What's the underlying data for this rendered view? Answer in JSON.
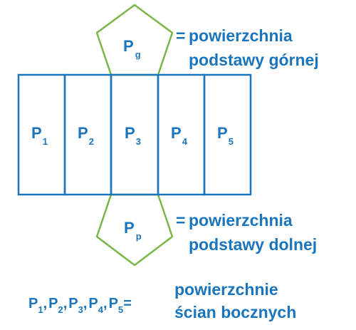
{
  "colors": {
    "blue": "#1B75BC",
    "green": "#7AB648",
    "background": "#FFFFFF"
  },
  "top_base": {
    "label": "P",
    "subscript": "g",
    "equals": "=",
    "description_line1": "powierzchnia",
    "description_line2": "podstawy górnej"
  },
  "bottom_base": {
    "label": "P",
    "subscript": "p",
    "equals": "=",
    "description_line1": "powierzchnia",
    "description_line2": "podstawy dolnej"
  },
  "faces": [
    {
      "label": "P",
      "subscript": "1"
    },
    {
      "label": "P",
      "subscript": "2"
    },
    {
      "label": "P",
      "subscript": "3"
    },
    {
      "label": "P",
      "subscript": "4"
    },
    {
      "label": "P",
      "subscript": "5"
    }
  ],
  "legend": {
    "items": [
      {
        "label": "P",
        "subscript": "1",
        "separator": ","
      },
      {
        "label": "P",
        "subscript": "2",
        "separator": ","
      },
      {
        "label": "P",
        "subscript": "3",
        "separator": ","
      },
      {
        "label": "P",
        "subscript": "4",
        "separator": ","
      },
      {
        "label": "P",
        "subscript": "5",
        "separator": "="
      }
    ],
    "description_line1": "powierzchnie",
    "description_line2": "ścian bocznych"
  }
}
